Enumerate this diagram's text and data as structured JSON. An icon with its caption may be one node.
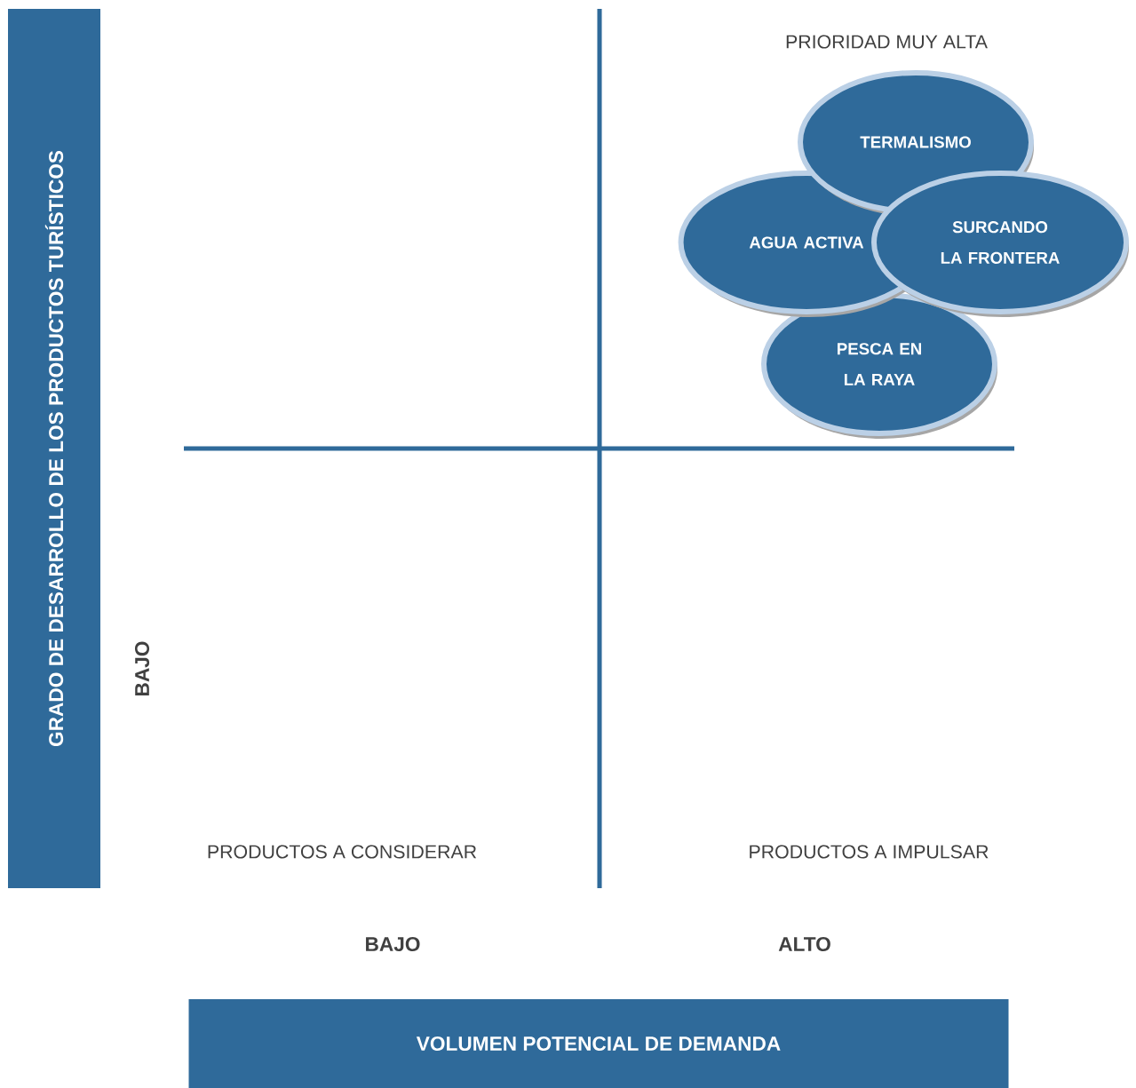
{
  "diagram": {
    "nodes": [
      {
        "text": [
          "GRADO DE DESARROLLO DE LOS PRODUCTOS TURÍSTICOS"
        ]
      },
      {
        "text": [
          "TERMALISMO"
        ]
      },
      {
        "text": [
          "AGUA ACTIVA"
        ]
      },
      {
        "text": [
          "SURCANDO LA FRONTERA"
        ]
      },
      {
        "text": [
          "PESCA EN LA RAYA"
        ]
      },
      {
        "text": [
          "VOLUMEN POTENCIAL DE DEMANDA"
        ]
      }
    ],
    "labels": [
      "PRIORIDAD MUY ALTA",
      "BAJO",
      "PRODUCTOS A CONSIDERAR",
      "PRODUCTOS A IMPULSAR",
      "BAJO",
      "ALTO"
    ]
  }
}
